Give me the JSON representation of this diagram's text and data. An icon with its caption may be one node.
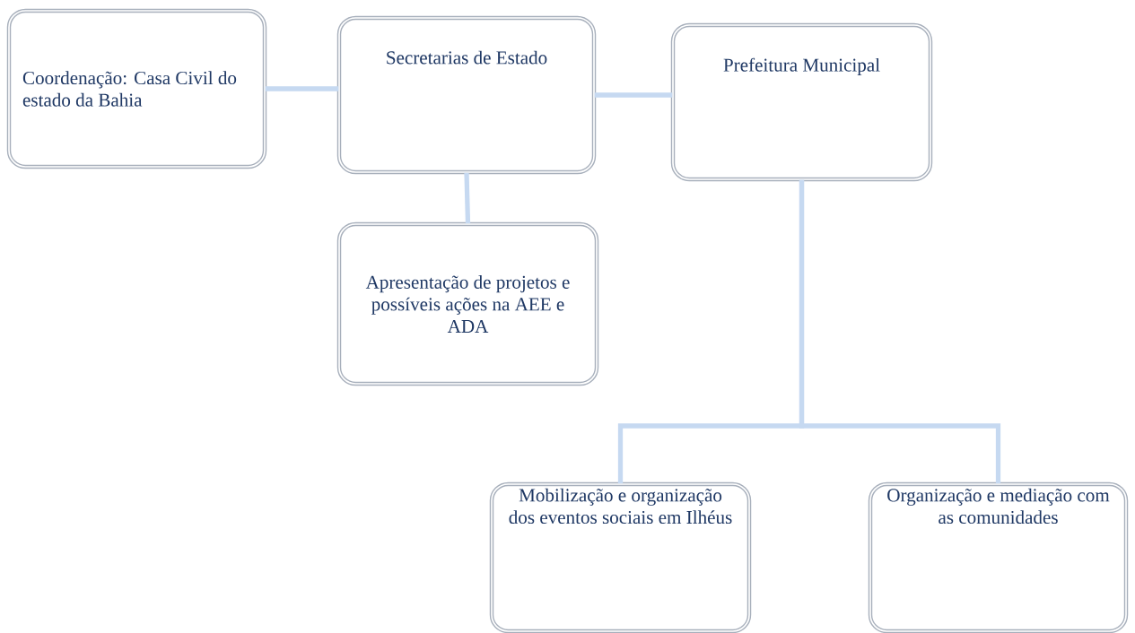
{
  "diagram": {
    "nodes": [
      {
        "text": [
          "Coordenação: Casa Civil do estado da Bahia"
        ]
      },
      {
        "text": [
          "Secretarias de Estado"
        ]
      },
      {
        "text": [
          "Prefeitura Municipal"
        ]
      },
      {
        "text": [
          "Apresentação de projetos e possíveis ações na AEE e ADA"
        ]
      },
      {
        "text": [
          "Mobilização e organização dos eventos sociais em Ilhéus"
        ]
      },
      {
        "text": [
          "Organização e mediação com as comunidades"
        ]
      }
    ],
    "edges": [
      {
        "from": 0,
        "to": 1,
        "arrow": "none"
      },
      {
        "from": 1,
        "to": 2,
        "arrow": "none"
      },
      {
        "from": 1,
        "to": 3,
        "arrow": "none"
      },
      {
        "from": 2,
        "to": 4,
        "arrow": "none"
      },
      {
        "from": 2,
        "to": 5,
        "arrow": "none"
      }
    ]
  }
}
